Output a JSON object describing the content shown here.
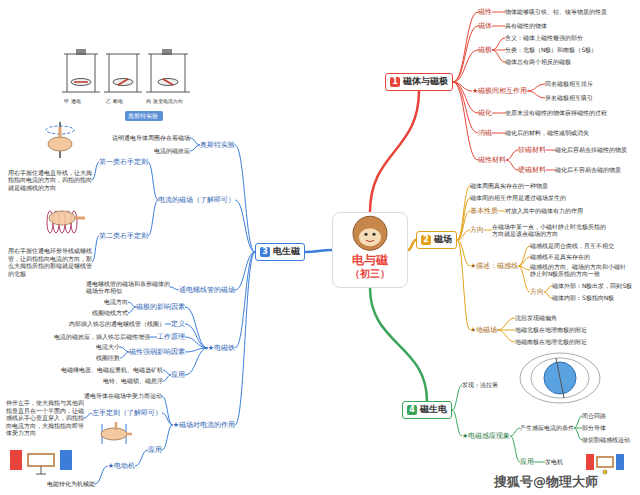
{
  "diagram": {
    "nodes": [
      {
        "text": [
          "电与磁",
          "（初三）"
        ]
      },
      {
        "text": [
          "1",
          "磁体与磁极"
        ]
      },
      {
        "text": [
          "磁性"
        ]
      },
      {
        "text": [
          "物体能够吸引铁、钴、镍等物质的性质"
        ]
      },
      {
        "text": [
          "磁体"
        ]
      },
      {
        "text": [
          "具有磁性的物体"
        ]
      },
      {
        "text": [
          "磁极"
        ]
      },
      {
        "text": [
          "含义：磁体上磁性最强的部分"
        ]
      },
      {
        "text": [
          "分类：北极（N极）和南极（S极）"
        ]
      },
      {
        "text": [
          "磁体总有两个相反的磁极"
        ]
      },
      {
        "text": [
          "★磁极间相互作用"
        ]
      },
      {
        "text": [
          "同名磁极相互排斥"
        ]
      },
      {
        "text": [
          "异名磁极相互吸引"
        ]
      },
      {
        "text": [
          "磁化"
        ]
      },
      {
        "text": [
          "使原来没有磁性的物体获得磁性的过程"
        ]
      },
      {
        "text": [
          "消磁"
        ]
      },
      {
        "text": [
          "磁化后的材料，磁性减弱或消失"
        ]
      },
      {
        "text": [
          "磁性材料"
        ]
      },
      {
        "text": [
          "软磁材料"
        ]
      },
      {
        "text": [
          "磁化后容易去掉磁性的物质"
        ]
      },
      {
        "text": [
          "硬磁材料"
        ]
      },
      {
        "text": [
          "磁化后不容易去磁的物质"
        ]
      },
      {
        "text": [
          "2",
          "磁场"
        ]
      },
      {
        "text": [
          "磁体周围真实存在的一种物质"
        ]
      },
      {
        "text": [
          "磁体间的相互作用是通过磁场发生的"
        ]
      },
      {
        "text": [
          "基本性质"
        ]
      },
      {
        "text": [
          "对放入其中的磁体有力的作用"
        ]
      },
      {
        "text": [
          "方向"
        ]
      },
      {
        "text": [
          "在磁场中某一点，小磁针静止时北极所指的方向就是该点磁场的方向"
        ]
      },
      {
        "text": [
          "★描述：磁感线"
        ]
      },
      {
        "text": [
          "磁感线是闭合曲线，且互不相交"
        ]
      },
      {
        "text": [
          "磁感线不是真实存在的"
        ]
      },
      {
        "text": [
          "磁感线的方向、磁场的方向和小磁针静止时N极所指的方向一致"
        ]
      },
      {
        "text": [
          "方向"
        ]
      },
      {
        "text": [
          "磁体外部：N极出发，回到S极"
        ]
      },
      {
        "text": [
          "磁体内部：S极指向N极"
        ]
      },
      {
        "text": [
          "★地磁场"
        ]
      },
      {
        "text": [
          "沈括发现磁偏角"
        ]
      },
      {
        "text": [
          "地磁北极在地理南极的附近"
        ]
      },
      {
        "text": [
          "地磁南极在地理北极的附近"
        ]
      },
      {
        "text": [
          "4",
          "磁生电"
        ]
      },
      {
        "text": [
          "发现：法拉第"
        ]
      },
      {
        "text": [
          "★电磁感应现象"
        ]
      },
      {
        "text": [
          "产生感应电流的条件"
        ]
      },
      {
        "text": [
          "闭合回路"
        ]
      },
      {
        "text": [
          "部分导体"
        ]
      },
      {
        "text": [
          "做切割磁感线运动"
        ]
      },
      {
        "text": [
          "应用"
        ]
      },
      {
        "text": [
          "发电机"
        ]
      },
      {
        "text": [
          "3",
          "电生磁"
        ]
      },
      {
        "text": [
          "奥斯特实验"
        ]
      },
      {
        "text": [
          "说明通电导体周围存在着磁场"
        ]
      },
      {
        "text": [
          "电流的磁效应"
        ]
      },
      {
        "text": [
          "电流的磁场（了解即可）"
        ]
      },
      {
        "text": [
          "第一类右手定则"
        ]
      },
      {
        "text": [
          "用右手握住通电直导线，让大拇指指向电流的方向，四指的指向就是磁感线的方向"
        ]
      },
      {
        "text": [
          "第二类右手定则"
        ]
      },
      {
        "text": [
          "用右手握住通电环形导线或螺线管，让四指指向电流的方向，那么大拇指所指的那端就是螺线管的北极"
        ]
      },
      {
        "text": [
          "通电螺线管的磁场"
        ]
      },
      {
        "text": [
          "通电螺线管的磁场和条形磁体的磁场分布相似"
        ]
      },
      {
        "text": [
          "★电磁铁"
        ]
      },
      {
        "text": [
          "磁极的影响因素"
        ]
      },
      {
        "text": [
          "电流方向"
        ]
      },
      {
        "text": [
          "线圈绕线方式"
        ]
      },
      {
        "text": [
          "定义"
        ]
      },
      {
        "text": [
          "内部插入铁芯的通电螺线管（线圈）"
        ]
      },
      {
        "text": [
          "工作原理"
        ]
      },
      {
        "text": [
          "电流的磁效应，插入铁芯后磁性增强"
        ]
      },
      {
        "text": [
          "磁性强弱影响因素"
        ]
      },
      {
        "text": [
          "电流大小"
        ]
      },
      {
        "text": [
          "线圈匝数"
        ]
      },
      {
        "text": [
          "应用"
        ]
      },
      {
        "text": [
          "电磁继电器、电磁起重机、电磁选矿机"
        ]
      },
      {
        "text": [
          "电铃、电磁锁、磁悬浮"
        ]
      },
      {
        "text": [
          "★磁场对电流的作用"
        ]
      },
      {
        "text": [
          "通电导体在磁场中受力而运动"
        ]
      },
      {
        "text": [
          "左手定则（了解即可）"
        ]
      },
      {
        "text": [
          "伸开左手，使大拇指与其他四指垂直且在一个平面内，让磁感线从手心垂直穿入，四指指向电流方向，大拇指指向即导体受力方向"
        ]
      },
      {
        "text": [
          "应用"
        ]
      },
      {
        "text": [
          "★电动机"
        ]
      },
      {
        "text": [
          "电能转化为机械能"
        ]
      }
    ],
    "edges": [
      {
        "from": 0,
        "to": 1,
        "arrow": "none"
      },
      {
        "from": 0,
        "to": 22,
        "arrow": "none"
      },
      {
        "from": 0,
        "to": 40,
        "arrow": "none"
      },
      {
        "from": 0,
        "to": 49,
        "arrow": "none"
      },
      {
        "from": 1,
        "to": 2,
        "arrow": "none"
      },
      {
        "from": 2,
        "to": 3,
        "arrow": "none"
      },
      {
        "from": 1,
        "to": 4,
        "arrow": "none"
      },
      {
        "from": 4,
        "to": 5,
        "arrow": "none"
      },
      {
        "from": 1,
        "to": 6,
        "arrow": "none"
      },
      {
        "from": 6,
        "to": 7,
        "arrow": "none"
      },
      {
        "from": 6,
        "to": 8,
        "arrow": "none"
      },
      {
        "from": 6,
        "to": 9,
        "arrow": "none"
      },
      {
        "from": 1,
        "to": 10,
        "arrow": "none"
      },
      {
        "from": 10,
        "to": 11,
        "arrow": "none"
      },
      {
        "from": 10,
        "to": 12,
        "arrow": "none"
      },
      {
        "from": 1,
        "to": 13,
        "arrow": "none"
      },
      {
        "from": 13,
        "to": 14,
        "arrow": "none"
      },
      {
        "from": 1,
        "to": 15,
        "arrow": "none"
      },
      {
        "from": 15,
        "to": 16,
        "arrow": "none"
      },
      {
        "from": 1,
        "to": 17,
        "arrow": "none"
      },
      {
        "from": 17,
        "to": 18,
        "arrow": "none"
      },
      {
        "from": 18,
        "to": 19,
        "arrow": "none"
      },
      {
        "from": 17,
        "to": 20,
        "arrow": "none"
      },
      {
        "from": 20,
        "to": 21,
        "arrow": "none"
      },
      {
        "from": 22,
        "to": 23,
        "arrow": "none"
      },
      {
        "from": 22,
        "to": 24,
        "arrow": "none"
      },
      {
        "from": 22,
        "to": 25,
        "arrow": "none"
      },
      {
        "from": 25,
        "to": 26,
        "arrow": "none"
      },
      {
        "from": 22,
        "to": 27,
        "arrow": "none"
      },
      {
        "from": 27,
        "to": 28,
        "arrow": "none"
      },
      {
        "from": 22,
        "to": 29,
        "arrow": "none"
      },
      {
        "from": 29,
        "to": 30,
        "arrow": "none"
      },
      {
        "from": 29,
        "to": 31,
        "arrow": "none"
      },
      {
        "from": 29,
        "to": 32,
        "arrow": "none"
      },
      {
        "from": 29,
        "to": 33,
        "arrow": "none"
      },
      {
        "from": 33,
        "to": 34,
        "arrow": "none"
      },
      {
        "from": 33,
        "to": 35,
        "arrow": "none"
      },
      {
        "from": 22,
        "to": 36,
        "arrow": "none"
      },
      {
        "from": 36,
        "to": 37,
        "arrow": "none"
      },
      {
        "from": 36,
        "to": 38,
        "arrow": "none"
      },
      {
        "from": 36,
        "to": 39,
        "arrow": "none"
      },
      {
        "from": 40,
        "to": 41,
        "arrow": "none"
      },
      {
        "from": 40,
        "to": 42,
        "arrow": "none"
      },
      {
        "from": 42,
        "to": 43,
        "arrow": "none"
      },
      {
        "from": 43,
        "to": 44,
        "arrow": "none"
      },
      {
        "from": 43,
        "to": 45,
        "arrow": "none"
      },
      {
        "from": 43,
        "to": 46,
        "arrow": "none"
      },
      {
        "from": 42,
        "to": 47,
        "arrow": "none"
      },
      {
        "from": 47,
        "to": 48,
        "arrow": "none"
      },
      {
        "from": 49,
        "to": 50,
        "arrow": "none"
      },
      {
        "from": 50,
        "to": 51,
        "arrow": "none"
      },
      {
        "from": 50,
        "to": 52,
        "arrow": "none"
      },
      {
        "from": 49,
        "to": 53,
        "arrow": "none"
      },
      {
        "from": 53,
        "to": 54,
        "arrow": "none"
      },
      {
        "from": 54,
        "to": 55,
        "arrow": "none"
      },
      {
        "from": 53,
        "to": 56,
        "arrow": "none"
      },
      {
        "from": 56,
        "to": 57,
        "arrow": "none"
      },
      {
        "from": 49,
        "to": 58,
        "arrow": "none"
      },
      {
        "from": 58,
        "to": 59,
        "arrow": "none"
      },
      {
        "from": 49,
        "to": 60,
        "arrow": "none"
      },
      {
        "from": 60,
        "to": 61,
        "arrow": "none"
      },
      {
        "from": 61,
        "to": 62,
        "arrow": "none"
      },
      {
        "from": 61,
        "to": 63,
        "arrow": "none"
      },
      {
        "from": 60,
        "to": 64,
        "arrow": "none"
      },
      {
        "from": 64,
        "to": 65,
        "arrow": "none"
      },
      {
        "from": 60,
        "to": 66,
        "arrow": "none"
      },
      {
        "from": 66,
        "to": 67,
        "arrow": "none"
      },
      {
        "from": 60,
        "to": 68,
        "arrow": "none"
      },
      {
        "from": 68,
        "to": 69,
        "arrow": "none"
      },
      {
        "from": 68,
        "to": 70,
        "arrow": "none"
      },
      {
        "from": 60,
        "to": 71,
        "arrow": "none"
      },
      {
        "from": 71,
        "to": 72,
        "arrow": "none"
      },
      {
        "from": 71,
        "to": 73,
        "arrow": "none"
      },
      {
        "from": 49,
        "to": 74,
        "arrow": "none"
      },
      {
        "from": 74,
        "to": 75,
        "arrow": "none"
      },
      {
        "from": 74,
        "to": 76,
        "arrow": "none"
      },
      {
        "from": 76,
        "to": 77,
        "arrow": "none"
      },
      {
        "from": 74,
        "to": 78,
        "arrow": "none"
      },
      {
        "from": 78,
        "to": 79,
        "arrow": "none"
      },
      {
        "from": 79,
        "to": 80,
        "arrow": "none"
      }
    ],
    "labels": [
      "甲 通电",
      "乙 断电",
      "丙 改变电流方向",
      "奥斯特实验",
      "搜狐号@物理大师"
    ]
  }
}
